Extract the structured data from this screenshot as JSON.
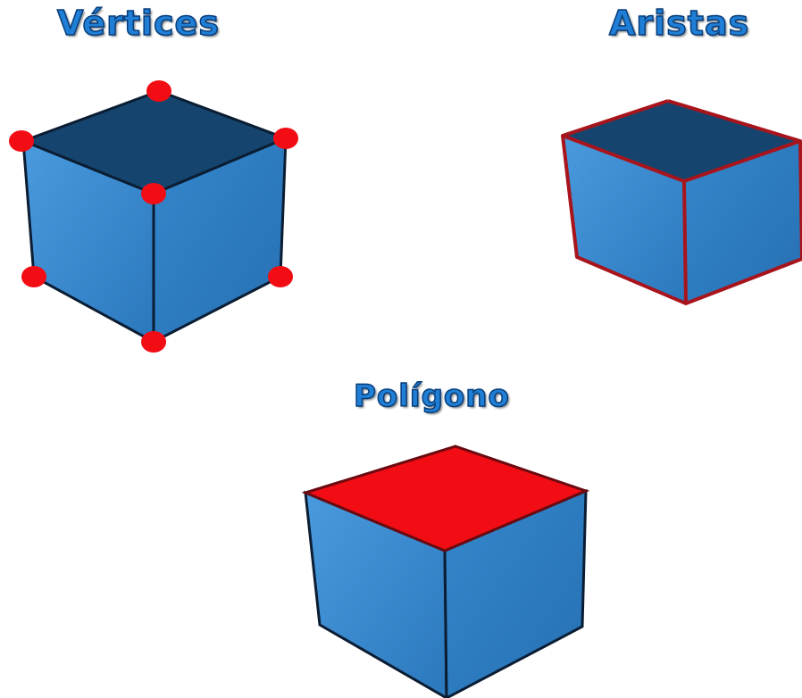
{
  "labels": {
    "vertices": "Vértices",
    "aristas": "Aristas",
    "poligono": "Polígono"
  },
  "colors": {
    "cube_side_left": "#3a8cd0",
    "cube_side_right": "#2f7fc4",
    "cube_top": "#15456f",
    "cube_edge": "#0b1d33",
    "highlight_red": "#f20d14",
    "edge_red": "#a8141c",
    "caption_fill": "#1f7fd6"
  }
}
